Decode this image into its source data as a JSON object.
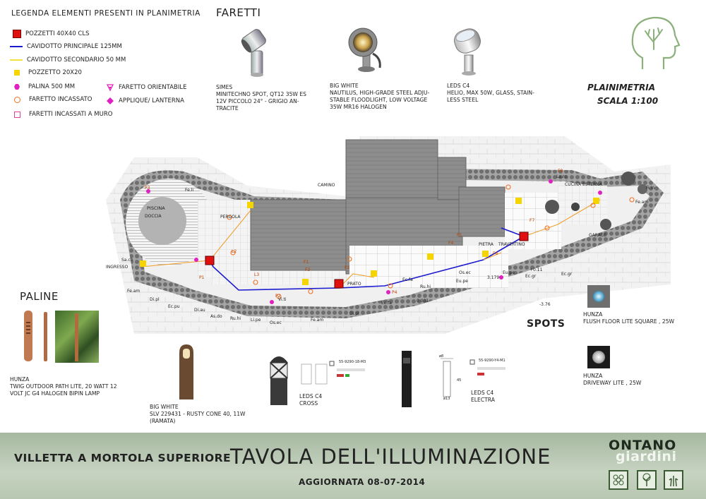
{
  "legend": {
    "title": "LEGENDA ELEMENTI PRESENTI IN PLANIMETRIA",
    "items": [
      {
        "label": "POZZETTI 40X40 CLS",
        "icon": "red-square-icon",
        "color": "#e01010"
      },
      {
        "label": "CAVIDOTTO PRINCIPALE 125MM",
        "icon": "blue-line-icon",
        "color": "#1a1ad0"
      },
      {
        "label": "CAVIDOTTO SECONDARIO 50 MM",
        "icon": "yellow-line-icon",
        "color": "#f0e040"
      },
      {
        "label": "POZZETTO 20X20",
        "icon": "yellow-square-icon",
        "color": "#f5d400"
      },
      {
        "label": "PALINA 500 MM",
        "icon": "magenta-hexagon-icon",
        "color": "#e020c0"
      },
      {
        "label": "FARETTO INCASSATO",
        "icon": "orange-circle-icon",
        "color": "#f07020"
      },
      {
        "label": "FARETTI INCASSATI A MURO",
        "icon": "pink-square-outline-icon",
        "color": "#e040a0"
      },
      {
        "label": "FARETTO ORIENTABILE",
        "icon": "magenta-arrows-icon",
        "color": "#e020c0"
      },
      {
        "label": "APPLIQUE/ LANTERNA",
        "icon": "magenta-diamond-icon",
        "color": "#e020c0"
      }
    ]
  },
  "faretti": {
    "title": "FARETTI",
    "products": [
      {
        "caption": "SIMES\nMINITECHNO SPOT, QT12 35W ES\n12V PICCOLO 24° - GRIGIO AN-\nTRACITE"
      },
      {
        "caption": "BIG WHITE\nNAUTILUS, HIGH-GRADE STEEL ADJU-\nSTABLE FLOODLIGHT, LOW VOLTAGE\n35W MR16 HALOGEN"
      },
      {
        "caption": "LEDS C4\nHELIO, MAX 50W, GLASS, STAIN-\nLESS STEEL"
      }
    ]
  },
  "planimetria": {
    "line1": "PLAINIMETRIA",
    "line2": "SCALA 1:100"
  },
  "plan_labels": {
    "piscina": "PISCINA",
    "doccia": "DOCCIA",
    "pergola": "PERGOLA",
    "camino": "CAMINO",
    "ingresso": "INGRESSO",
    "prato": "PRATO",
    "pietra": "PIETRA",
    "travertino": "TRAVERTINO",
    "cucina": "CUCINA ESTERNA",
    "garage": "GARAGE",
    "species": [
      "Fe.am",
      "Di.pl",
      "Ec.pu",
      "Di.au",
      "As.do",
      "Ru.hi",
      "Li.pe",
      "Os.ec",
      "Fe.am",
      "Vi.ti",
      "Di.pl",
      "Ec.fa",
      "Ec.fa",
      "Ru.hi",
      "Eu.pe",
      "Os.ec",
      "Eu.pe",
      "Ec.gr",
      "Ec.gr",
      "Sa.ch",
      "La.ro",
      "Fi.in",
      "Fe.am",
      "Fe.li"
    ],
    "markers": [
      "L2",
      "L3",
      "F1",
      "F2",
      "F3",
      "F4",
      "F5",
      "F6",
      "F7",
      "F8",
      "P1",
      "P2",
      "P3",
      "P4"
    ],
    "levels": [
      "+0.11",
      "-3.76",
      "3.179",
      "0.001"
    ]
  },
  "paline": {
    "title": "PALINE",
    "caption": "HUNZA\nTWIG OUTDOOR PATH LITE,  20 WATT 12\nVOLT JC G4 HALOGEN BIPIN LAMP"
  },
  "bollards": [
    {
      "caption": "BIG WHITE\nSLV 229431 - RUSTY CONE 40, 11W\n(RAMATA)"
    },
    {
      "caption": "LEDS C4\nCROSS",
      "code": "55-9290-18-M3"
    },
    {
      "caption": "LEDS C4\nELECTRA",
      "code": "55-9290-Y4-M1",
      "dim_w": "ø8",
      "dim_h": "45",
      "dim_b": "ø13"
    }
  ],
  "spots": {
    "title": "SPOTS",
    "products": [
      {
        "caption": "HUNZA\nFLUSH FLOOR LITE SQUARE , 25W"
      },
      {
        "caption": "HUNZA\nDRIVEWAY LITE , 25W"
      }
    ]
  },
  "footer": {
    "project": "VILLETTA A MORTOLA SUPERIORE",
    "title": "TAVOLA DELL'ILLUMINAZIONE",
    "date": "AGGIORNATA 08-07-2014",
    "brand_line1": "ONTANO",
    "brand_line2": "giardini"
  },
  "colors": {
    "red": "#e01010",
    "blue": "#1a1ad0",
    "yellow": "#f5d400",
    "orange": "#f07020",
    "magenta": "#e020c0",
    "footer_green": "#b7c7b1"
  }
}
